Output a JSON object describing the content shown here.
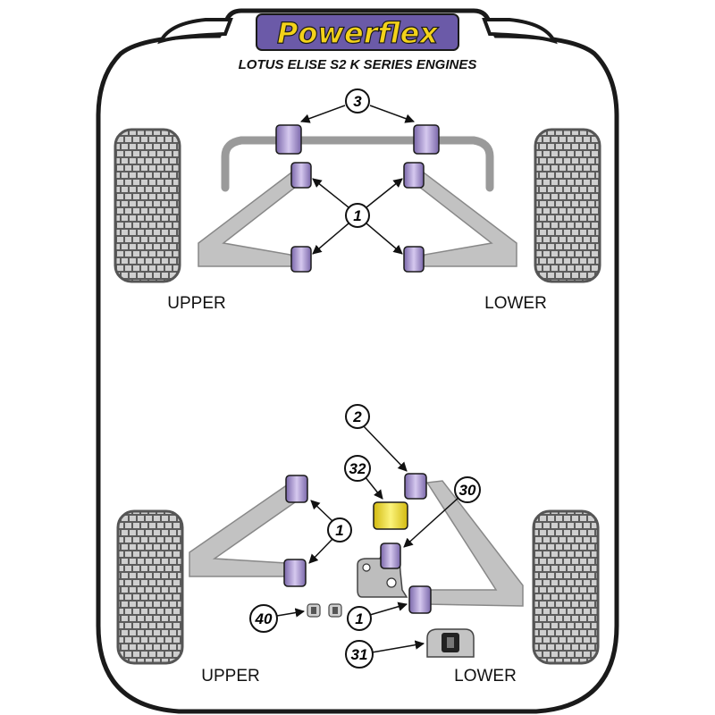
{
  "brand": {
    "name": "Powerflex",
    "logo_color": "#f3d21a",
    "logo_bg": "#6b5aa8"
  },
  "title": "LOTUS ELISE S2 K SERIES ENGINES",
  "labels": {
    "front_upper": "UPPER",
    "front_lower": "LOWER",
    "rear_upper": "UPPER",
    "rear_lower": "LOWER"
  },
  "callouts": {
    "front_anti_roll": "3",
    "front_wishbone": "1",
    "rear_toe_link": "2",
    "rear_wishbone_left": "1",
    "rear_engine_mount_a": "32",
    "rear_engine_mount_b": "30",
    "rear_wishbone_right": "1",
    "rear_mount_40": "40",
    "rear_mount_31": "31"
  },
  "colors": {
    "bushing": "#b9a6dd",
    "bushing_dark": "#6e5c9d",
    "yellow_bushing": "#f0e246",
    "arm": "#bdbdbd",
    "tyre": "#8a8a8a",
    "outline": "#1a1a1a"
  }
}
